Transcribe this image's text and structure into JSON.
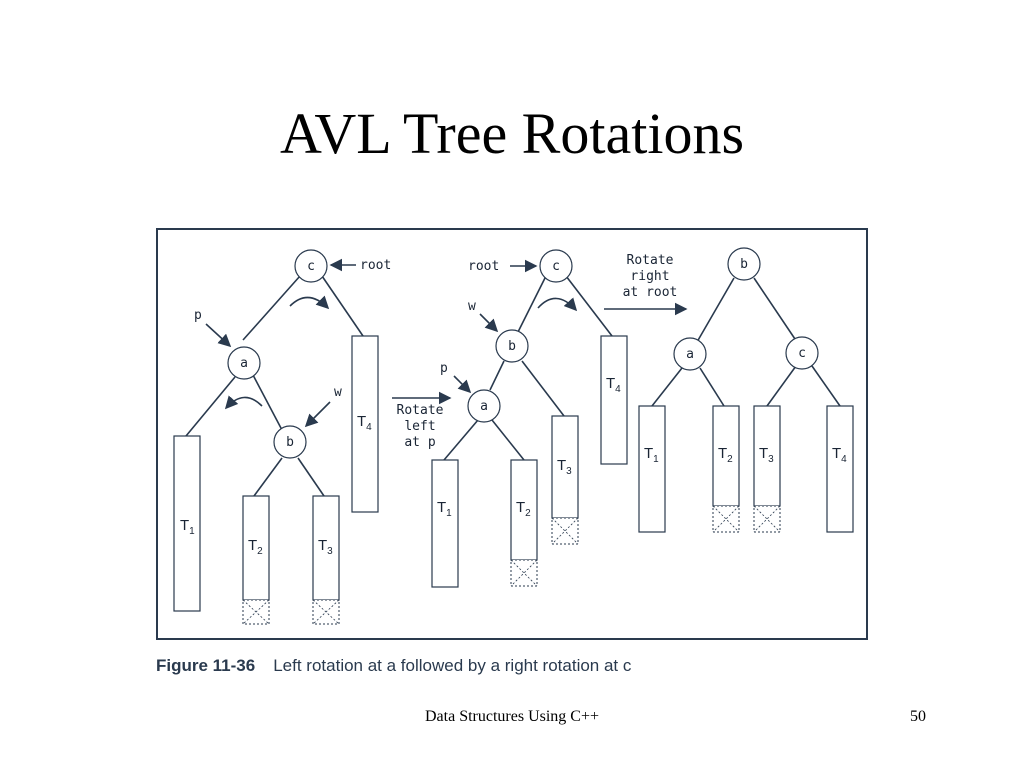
{
  "slide": {
    "title": "AVL Tree Rotations",
    "footer": "Data Structures Using C++",
    "page_number": "50"
  },
  "figure": {
    "caption_number": "Figure 11-36",
    "caption_text": "Left rotation at a followed by a right rotation at c",
    "step1": {
      "nodes": [
        "c",
        "a",
        "b"
      ],
      "pointers": [
        "root",
        "p",
        "w"
      ],
      "subtrees": [
        "T",
        "T",
        "T",
        "T"
      ],
      "subscripts": [
        "1",
        "2",
        "3",
        "4"
      ]
    },
    "transition1": [
      "Rotate",
      "left",
      "at p"
    ],
    "step2": {
      "nodes": [
        "c",
        "b",
        "a"
      ],
      "pointers": [
        "root",
        "w",
        "p"
      ],
      "subtrees": [
        "T",
        "T",
        "T",
        "T"
      ],
      "subscripts": [
        "1",
        "2",
        "3",
        "4"
      ]
    },
    "transition2": [
      "Rotate",
      "right",
      "at root"
    ],
    "step3": {
      "nodes": [
        "b",
        "a",
        "c"
      ],
      "subtrees": [
        "T",
        "T",
        "T",
        "T"
      ],
      "subscripts": [
        "1",
        "2",
        "3",
        "4"
      ]
    }
  }
}
